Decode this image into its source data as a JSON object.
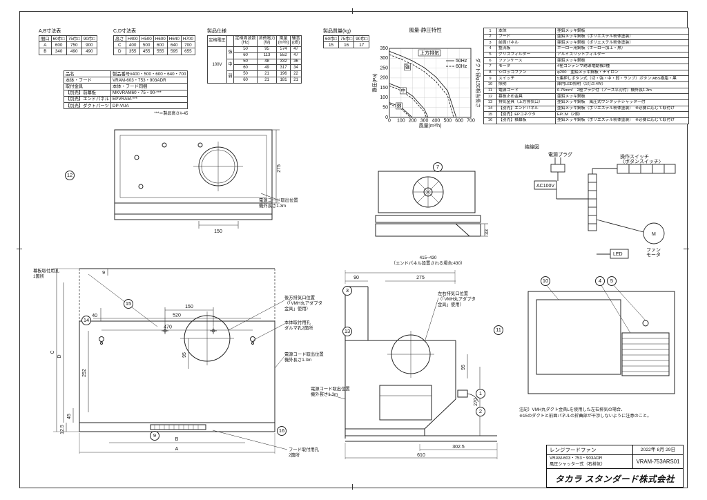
{
  "colors": {
    "line": "#1a1a1a",
    "grid": "#c8c8c8",
    "bg": "#ffffff"
  },
  "tables": {
    "ab": {
      "title": "A,B寸法表",
      "rows": [
        [
          "間口",
          "60巾□",
          "75巾□",
          "90巾□"
        ],
        [
          "A",
          "600",
          "750",
          "900"
        ],
        [
          "B",
          "340",
          "490",
          "490"
        ]
      ]
    },
    "cd": {
      "title": "C,D寸法表",
      "rows": [
        [
          "高さ",
          "H400",
          "H500",
          "H600",
          "H640",
          "H700"
        ],
        [
          "C",
          "400",
          "500",
          "600",
          "640",
          "700"
        ],
        [
          "D",
          "355",
          "455",
          "555",
          "595",
          "655"
        ]
      ]
    },
    "product": {
      "rows": [
        [
          "品名",
          "製品番号#400・500・600・640・700"
        ],
        [
          "本体・フード",
          "VRAM-603・753・903ADR"
        ],
        [
          "取付金具",
          "本体・フード同梱"
        ],
        [
          "【別売】前幕板",
          "MKVRAM60・75・90-***"
        ],
        [
          "【別売】エンドパネル",
          "EPVRAM-***"
        ],
        [
          "【別売】ダクトパーツ",
          "DP-VUA"
        ]
      ],
      "footnote": "***＝製品高さ#-45"
    },
    "spec": {
      "title": "製品仕様",
      "header": [
        "定格電圧",
        "",
        "定格周波数\n(Hz)",
        "消費電力\n(W)",
        "風量\n(m³/h)",
        "騒音\n(dB)"
      ],
      "voltage": "100V",
      "groups": [
        {
          "mode": "強",
          "rows": [
            [
              "50",
              "95",
              "574",
              "47"
            ],
            [
              "60",
              "113",
              "552",
              "47"
            ]
          ]
        },
        {
          "mode": "中",
          "rows": [
            [
              "50",
              "48",
              "332",
              "36"
            ],
            [
              "60",
              "49",
              "317",
              "34"
            ]
          ]
        },
        {
          "mode": "弱",
          "rows": [
            [
              "50",
              "21",
              "196",
              "22"
            ],
            [
              "60",
              "21",
              "181",
              "21"
            ]
          ]
        }
      ]
    },
    "weight": {
      "title": "製品質量(kg)",
      "rows": [
        [
          "60巾□",
          "75巾□",
          "90巾□"
        ],
        [
          "15",
          "16",
          "17"
        ]
      ]
    },
    "parts": {
      "header": [
        "品番",
        "部　品　名",
        "材　質　・　規　格"
      ],
      "rows": [
        [
          "1",
          "本体",
          "亜鉛メッキ鋼板"
        ],
        [
          "2",
          "フード",
          "亜鉛メッキ鋼板（ポリエステル粉体塗装）"
        ],
        [
          "3",
          "前面パネル",
          "亜鉛メッキ鋼板（ポリエステル粉体塗装）"
        ],
        [
          "4",
          "整流板",
          "ホーロー用鋼板（ホーロー加工・黒）"
        ],
        [
          "5",
          "グリスフィルター",
          "アルミスリットフィルター"
        ],
        [
          "6",
          "ファンケース",
          "亜鉛メッキ鋼板"
        ],
        [
          "7",
          "モータ",
          "4極コンデンサ誘導電動機2種"
        ],
        [
          "8",
          "シロッコファン",
          "φ200　亜鉛メッキ鋼板・ナイロン"
        ],
        [
          "9",
          "スイッチ",
          "5連押しボタン式（切・強・中・弱・ランプ）ボタン:ABS樹脂・黒"
        ],
        [
          "10",
          "照明",
          "庫内LED照明（1灯/2.4W）"
        ],
        [
          "11",
          "電源コード",
          "0.75mm²　2極プラグ付（アース平刃付）機外長1.3m"
        ],
        [
          "12",
          "幕板止め金具",
          "亜鉛メッキ鋼板"
        ],
        [
          "13",
          "排気金具（上方排気口）",
          "亜鉛メッキ鋼板　風圧式ワンタッチシャッター付"
        ],
        [
          "14",
          "【別売】エンドパネル",
          "亜鉛メッキ鋼板（ポリエステル粉体塗装）　※必要に応じて取付け"
        ],
        [
          "15",
          "【別売】EPコネクタ",
          "EP□M（2個）"
        ],
        [
          "16",
          "【別売】横幕板",
          "亜鉛メッキ鋼板（ポリエステル粉体塗装）　※必要に応じて取付け"
        ]
      ]
    }
  },
  "chart_data": {
    "type": "line",
    "title": "風量-静圧特性",
    "xlabel": "風量(m³/h)",
    "ylabel": "静圧(Pa)",
    "right_label": "ダクト径φ150相当長さ",
    "annotation": "上方排気",
    "xlim": [
      0,
      700
    ],
    "ylim": [
      0,
      350
    ],
    "xticks": [
      0,
      100,
      200,
      300,
      400,
      500,
      600,
      700
    ],
    "yticks": [
      0,
      50,
      100,
      150,
      200,
      250,
      300,
      350
    ],
    "legend": [
      {
        "name": "50Hz",
        "dash": false
      },
      {
        "name": "60Hz",
        "dash": true
      }
    ],
    "series": [
      {
        "name": "強50Hz",
        "dash": false,
        "points": [
          [
            0,
            335
          ],
          [
            100,
            312
          ],
          [
            200,
            286
          ],
          [
            300,
            252
          ],
          [
            400,
            205
          ],
          [
            500,
            135
          ],
          [
            574,
            0
          ]
        ]
      },
      {
        "name": "強60Hz",
        "dash": true,
        "points": [
          [
            0,
            318
          ],
          [
            100,
            295
          ],
          [
            200,
            268
          ],
          [
            300,
            232
          ],
          [
            400,
            182
          ],
          [
            500,
            110
          ],
          [
            552,
            0
          ]
        ]
      },
      {
        "name": "中50Hz",
        "dash": false,
        "points": [
          [
            0,
            172
          ],
          [
            100,
            148
          ],
          [
            200,
            108
          ],
          [
            300,
            42
          ],
          [
            332,
            0
          ]
        ]
      },
      {
        "name": "中60Hz",
        "dash": true,
        "points": [
          [
            0,
            160
          ],
          [
            100,
            136
          ],
          [
            200,
            95
          ],
          [
            300,
            28
          ],
          [
            317,
            0
          ]
        ]
      },
      {
        "name": "弱50Hz",
        "dash": false,
        "points": [
          [
            0,
            75
          ],
          [
            100,
            52
          ],
          [
            196,
            0
          ]
        ]
      },
      {
        "name": "弱60Hz",
        "dash": true,
        "points": [
          [
            0,
            68
          ],
          [
            100,
            44
          ],
          [
            181,
            0
          ]
        ]
      }
    ],
    "curve_labels": [
      "強",
      "中",
      "弱"
    ]
  },
  "wiring": {
    "title": "結線図",
    "labels": {
      "plug": "電源プラグ",
      "ac": "AC100V",
      "switch1": "操作スイッチ",
      "switch2": "〈ボタンスイッチ〉",
      "motor1": "ファン",
      "motor2": "モータ",
      "m": "M",
      "led": "LED"
    }
  },
  "drawing": {
    "dims": {
      "d275": "275",
      "d150": "150",
      "d33": "33",
      "d9": "9",
      "d40": "40",
      "d520": "520",
      "d470": "470",
      "d95": "95",
      "d252": "252",
      "d45": "45",
      "d12_5": "12.5",
      "dA": "A",
      "dB": "B",
      "dC": "C",
      "dD": "D",
      "d90": "90",
      "d302_5": "302.5",
      "d610": "610",
      "d270": "270"
    },
    "labels": {
      "cord": "電源コード取出位置\n機外長さ1.3m",
      "makiita": "幕板取付用孔\n1箇所",
      "rear_vent": "後方排気口位置\n（「VMH丸アダプタ\n金具」使用）",
      "body_hole": "本体取付用孔\nダルマ孔2箇所",
      "hood_hole": "フード取付用孔\n2箇所",
      "side_vent": "左右排気口位置\n（「VMH丸アダプタ\n金具」使用）",
      "depth": "415~430\n（エンドパネル設置される場合:430）"
    }
  },
  "callouts": {
    "c1": "1",
    "c2": "2",
    "c3": "3",
    "c4": "4",
    "c5": "5",
    "c7": "7",
    "c9": "9",
    "c10": "10",
    "c11": "11",
    "c12": "12",
    "c13": "13",
    "c14": "14",
    "c15": "15",
    "c16": "16"
  },
  "note": "注記）VMH丸ダクト金具Lを使用した左右排気の場合、\n※15のダクトと前面パネルの折曲部が干渉しないように注意のこと。",
  "title_block": {
    "product": "レンジフードファン",
    "model": "VRAM-603・753・903ADR",
    "model2": "風圧シャッター式（右排気）",
    "date": "2022年 8月 29日",
    "drawing_no": "VRAM-753ARS01",
    "company": "タカラ スタンダード株式会社"
  }
}
